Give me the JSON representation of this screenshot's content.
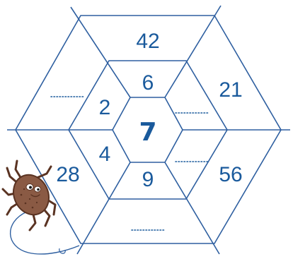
{
  "puzzle": {
    "center": "7",
    "inner": {
      "top": "6",
      "upper_left": "2",
      "lower_left": "4",
      "bottom": "9",
      "upper_right": "",
      "lower_right": ""
    },
    "outer": {
      "top": "42",
      "upper_left": "",
      "lower_left": "28",
      "bottom": "",
      "upper_right": "21",
      "lower_right": "56"
    }
  },
  "colors": {
    "lines": "#2e5fa0",
    "numbers": "#1a5a9c",
    "spider_body": "#8a5a44"
  },
  "icons": [
    "spider-icon"
  ]
}
